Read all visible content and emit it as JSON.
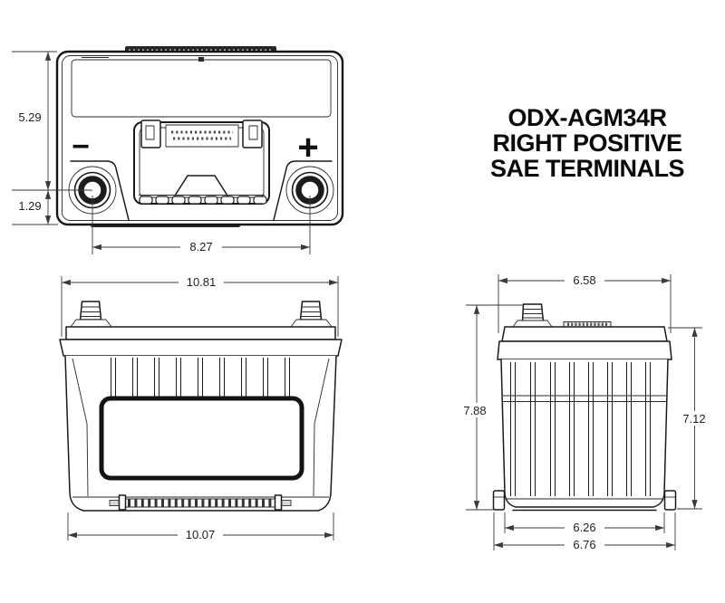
{
  "title": {
    "line1": "ODX-AGM34R",
    "line2": "RIGHT POSITIVE",
    "line3": "SAE TERMINALS"
  },
  "colors": {
    "line": "#1a1a1a",
    "dimension": "#3a3a3a",
    "background": "#ffffff"
  },
  "top_view": {
    "negative_symbol": "−",
    "positive_symbol": "+",
    "dim_top_edge_to_terminal": "5.29",
    "dim_terminal_to_bottom_edge": "1.29",
    "dim_terminal_spacing": "8.27"
  },
  "front_view": {
    "dim_overall_width": "10.81",
    "dim_base_width": "10.07"
  },
  "side_view": {
    "dim_overall_depth": "6.58",
    "dim_overall_height": "7.88",
    "dim_case_height": "7.12",
    "dim_base_inner_depth": "6.26",
    "dim_base_outer_depth": "6.76"
  }
}
